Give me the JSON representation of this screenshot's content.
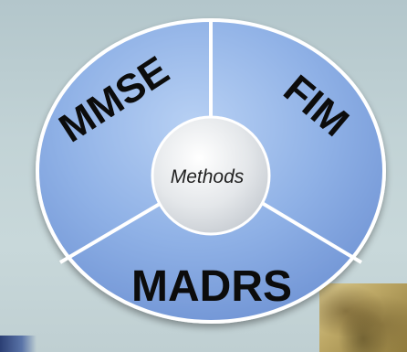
{
  "diagram": {
    "center_label": "Methods",
    "segments": [
      {
        "label": "MMSE"
      },
      {
        "label": "FIM"
      },
      {
        "label": "MADRS"
      }
    ]
  }
}
